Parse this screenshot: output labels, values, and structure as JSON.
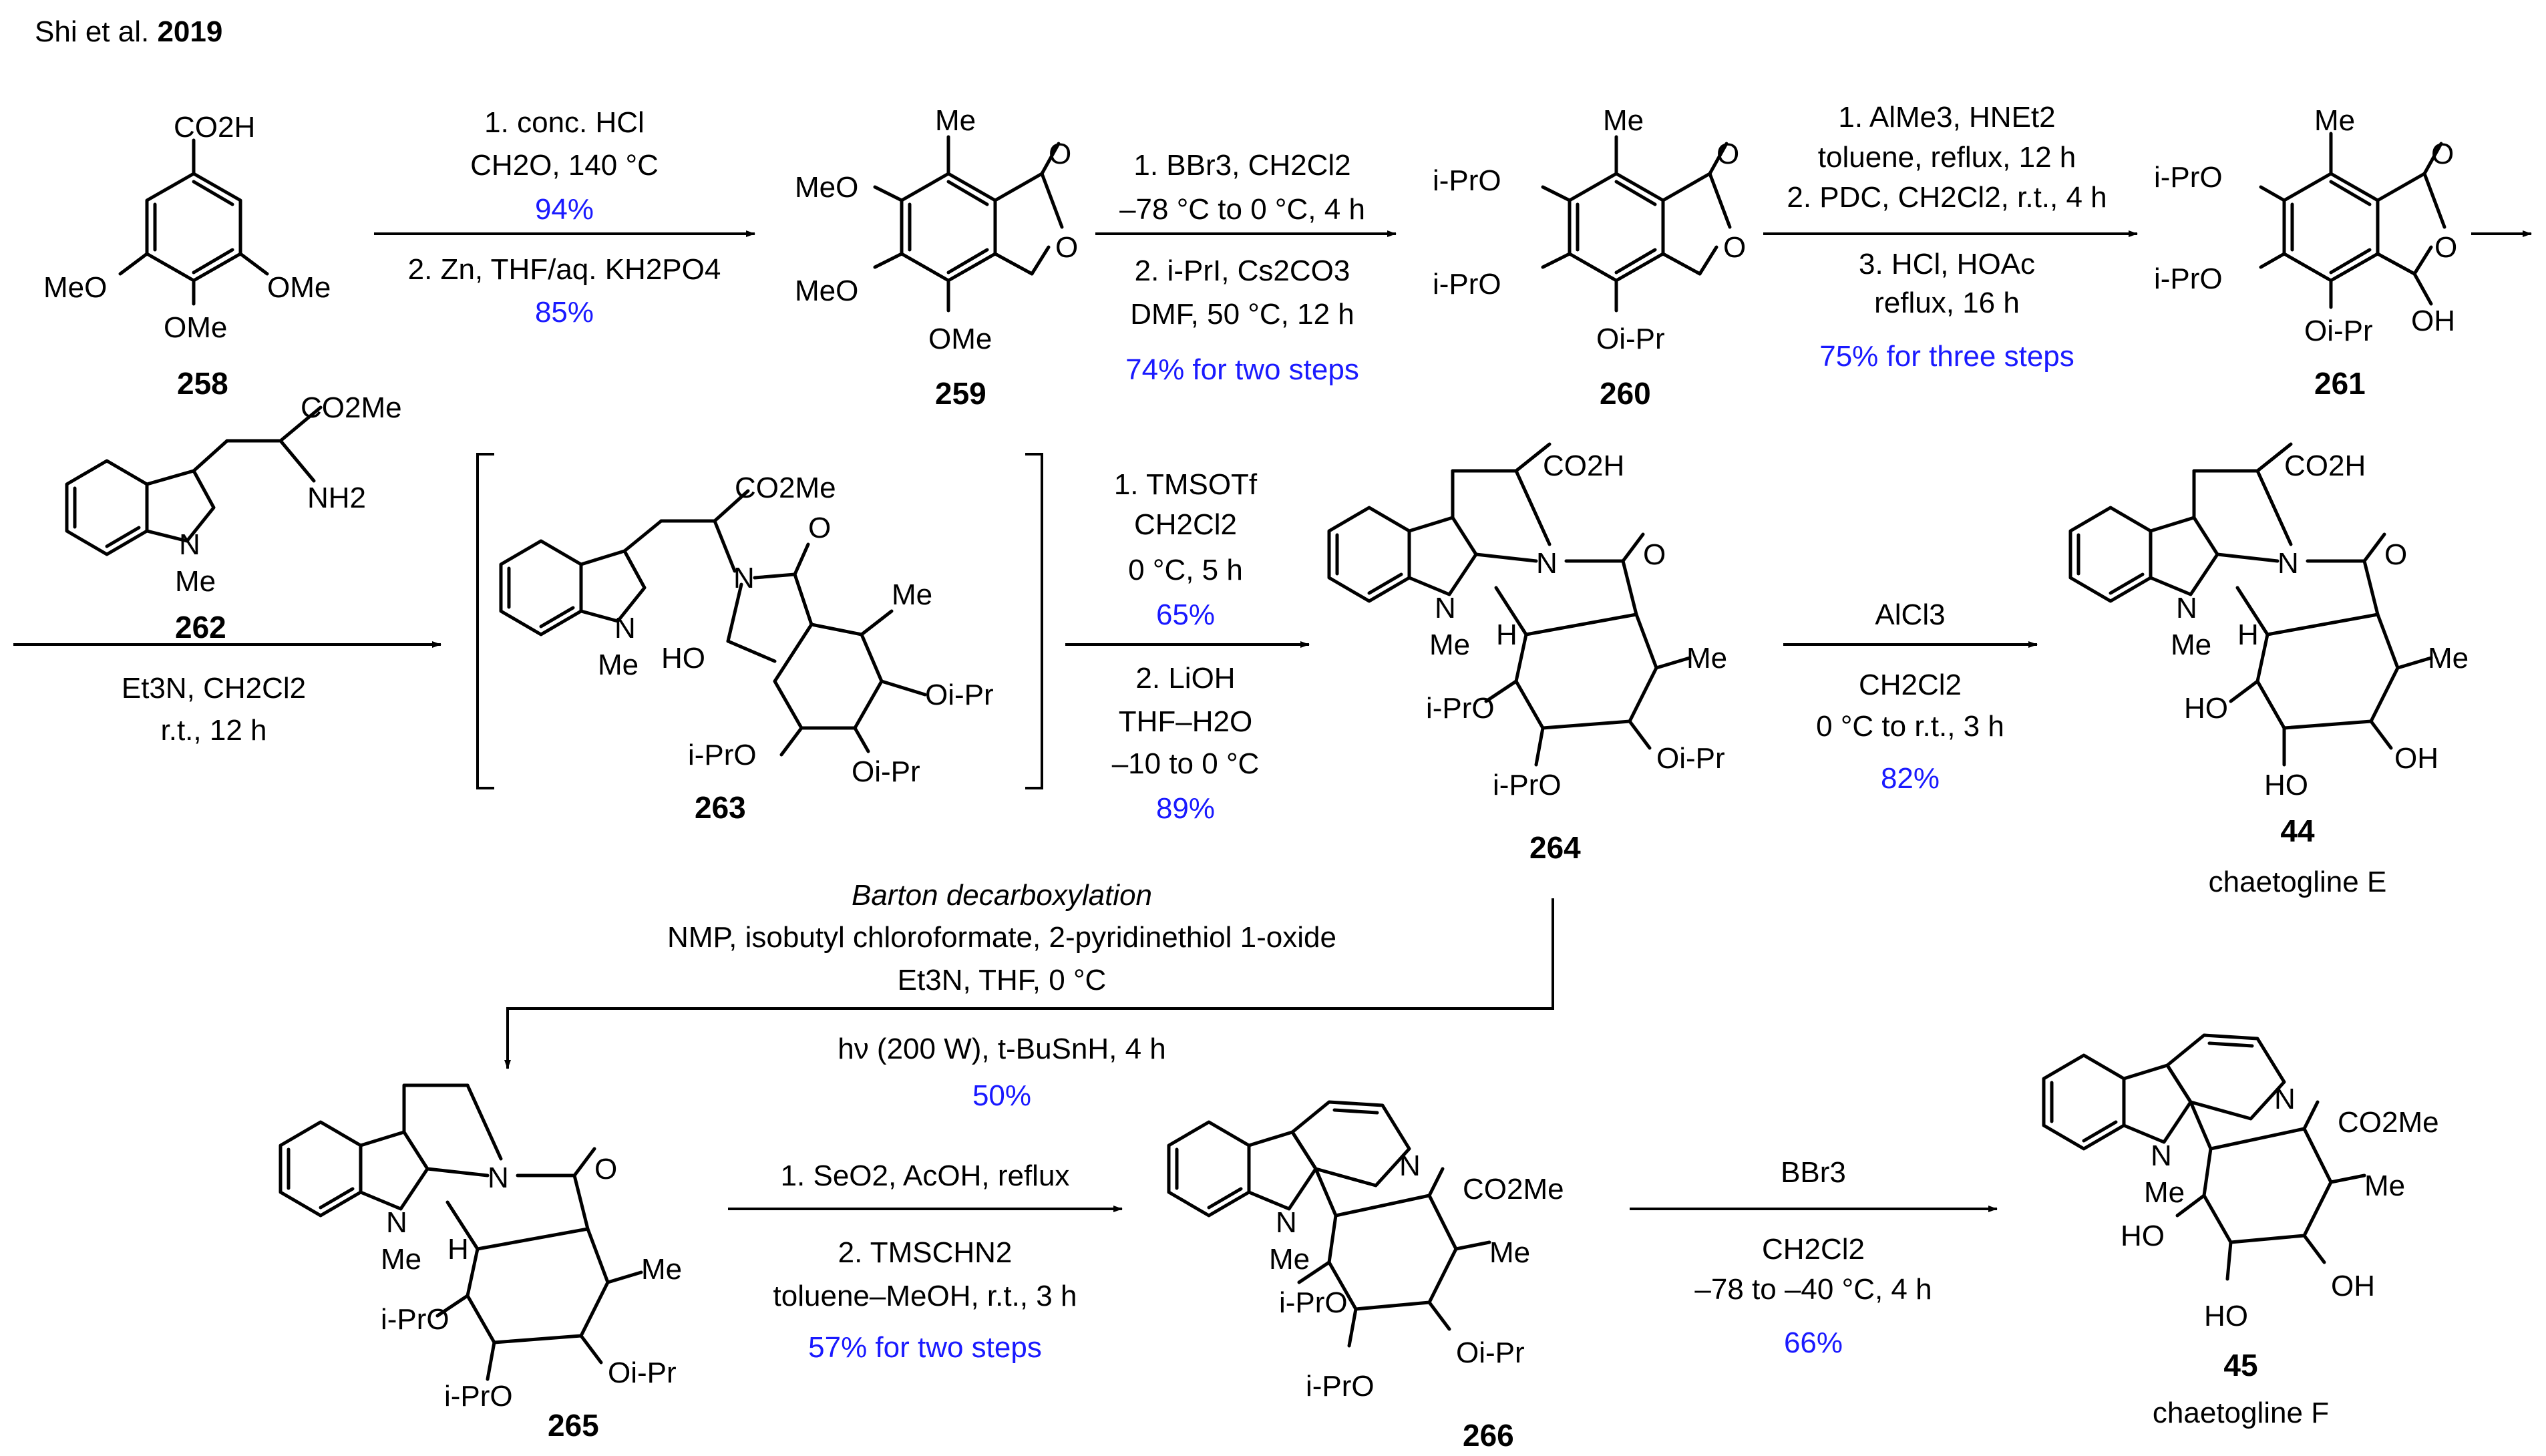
{
  "header": {
    "author": "Shi et al. ",
    "year": "2019"
  },
  "colors": {
    "text": "#000000",
    "yield": "#1a1aff",
    "background": "#ffffff"
  },
  "compounds": {
    "c258": {
      "number": "258",
      "labels": {
        "top": "CO2H",
        "left": "MeO",
        "right": "OMe",
        "bottom": "OMe"
      }
    },
    "c259": {
      "number": "259",
      "labels": {
        "me": "Me",
        "o_carbonyl": "O",
        "o_ring": "O",
        "ome1": "MeO",
        "ome2": "MeO",
        "ome3": "OMe"
      }
    },
    "c260": {
      "number": "260",
      "labels": {
        "me": "Me",
        "o_carbonyl": "O",
        "o_ring": "O",
        "oipr1": "i-PrO",
        "oipr2": "i-PrO",
        "oipr3": "Oi-Pr"
      }
    },
    "c261": {
      "number": "261",
      "labels": {
        "me": "Me",
        "o_carbonyl": "O",
        "o_ring": "O",
        "oipr1": "i-PrO",
        "oipr2": "i-PrO",
        "oipr3": "Oi-Pr",
        "oh": "OH"
      }
    },
    "c262": {
      "number": "262",
      "labels": {
        "co2me": "CO2Me",
        "nh2": "NH2",
        "n": "N",
        "me": "Me"
      }
    },
    "c263": {
      "number": "263",
      "labels": {
        "co2me": "CO2Me",
        "o": "O",
        "n": "N",
        "me": "Me",
        "nme": "N",
        "nme_me": "Me",
        "ho": "HO",
        "oipr1": "Oi-Pr",
        "oipr2": "i-PrO",
        "oipr3": "Oi-Pr"
      }
    },
    "c264": {
      "number": "264",
      "labels": {
        "co2h": "CO2H",
        "o": "O",
        "n": "N",
        "nme": "N",
        "nme_me": "Me",
        "h": "H",
        "me": "Me",
        "oipr1": "i-PrO",
        "oipr2": "Oi-Pr",
        "oipr3": "i-PrO"
      }
    },
    "c44": {
      "number": "44",
      "name": "chaetogline E",
      "labels": {
        "co2h": "CO2H",
        "o": "O",
        "n": "N",
        "nme": "N",
        "nme_me": "Me",
        "h": "H",
        "me": "Me",
        "ho1": "HO",
        "oh": "OH",
        "ho2": "HO"
      }
    },
    "c265": {
      "number": "265",
      "labels": {
        "o": "O",
        "n": "N",
        "nme": "N",
        "nme_me": "Me",
        "h": "H",
        "me": "Me",
        "oipr1": "i-PrO",
        "oipr2": "Oi-Pr",
        "oipr3": "i-PrO"
      }
    },
    "c266": {
      "number": "266",
      "labels": {
        "n_py": "N",
        "co2me": "CO2Me",
        "nme": "N",
        "nme_me": "Me",
        "me": "Me",
        "oipr1": "i-PrO",
        "oipr2": "Oi-Pr",
        "oipr3": "i-PrO"
      }
    },
    "c45": {
      "number": "45",
      "name": "chaetogline F",
      "labels": {
        "n_py": "N",
        "co2me": "CO2Me",
        "nme": "N",
        "nme_me": "Me",
        "me": "Me",
        "ho": "HO",
        "oh": "OH",
        "ho2": "HO"
      }
    }
  },
  "steps": {
    "s1": {
      "lines": [
        "1. conc. HCl",
        "CH2O, 140 °C"
      ],
      "yield1": "94%",
      "lines2": [
        "2. Zn, THF/aq. KH2PO4"
      ],
      "yield2": "85%"
    },
    "s2": {
      "lines": [
        "1. BBr3, CH2Cl2",
        "–78 °C to 0 °C, 4 h"
      ],
      "lines2": [
        "2. i-PrI, Cs2CO3",
        "DMF, 50 °C, 12 h"
      ],
      "yield": "74% for two steps"
    },
    "s3": {
      "lines": [
        "1. AlMe3, HNEt2",
        "toluene, reflux, 12 h",
        "2. PDC, CH2Cl2, r.t., 4 h"
      ],
      "lines2": [
        "3. HCl, HOAc",
        "reflux, 16 h"
      ],
      "yield": "75% for three steps"
    },
    "s4": {
      "below": [
        "Et3N, CH2Cl2",
        "r.t., 12 h"
      ]
    },
    "s5": {
      "lines": [
        "1. TMSOTf",
        "CH2Cl2",
        "0 °C, 5 h"
      ],
      "yield1": "65%",
      "lines2": [
        "2. LiOH",
        "THF–H2O",
        "–10 to 0 °C"
      ],
      "yield2": "89%"
    },
    "s6": {
      "above": "AlCl3",
      "below": [
        "CH2Cl2",
        "0 °C to r.t., 3 h"
      ],
      "yield": "82%"
    },
    "s7": {
      "title": "Barton decarboxylation",
      "lines": [
        "NMP, isobutyl chloroformate, 2-pyridinethiol 1-oxide",
        "Et3N, THF, 0 °C"
      ],
      "lines2": [
        "hν (200 W), t-BuSnH, 4 h"
      ],
      "yield": "50%"
    },
    "s8": {
      "above": "1. SeO2, AcOH, reflux",
      "below": [
        "2. TMSCHN2",
        "toluene–MeOH, r.t., 3 h"
      ],
      "yield": "57% for two steps"
    },
    "s9": {
      "above": "BBr3",
      "below": [
        "CH2Cl2",
        "–78 to –40 °C, 4 h"
      ],
      "yield": "66%"
    }
  }
}
